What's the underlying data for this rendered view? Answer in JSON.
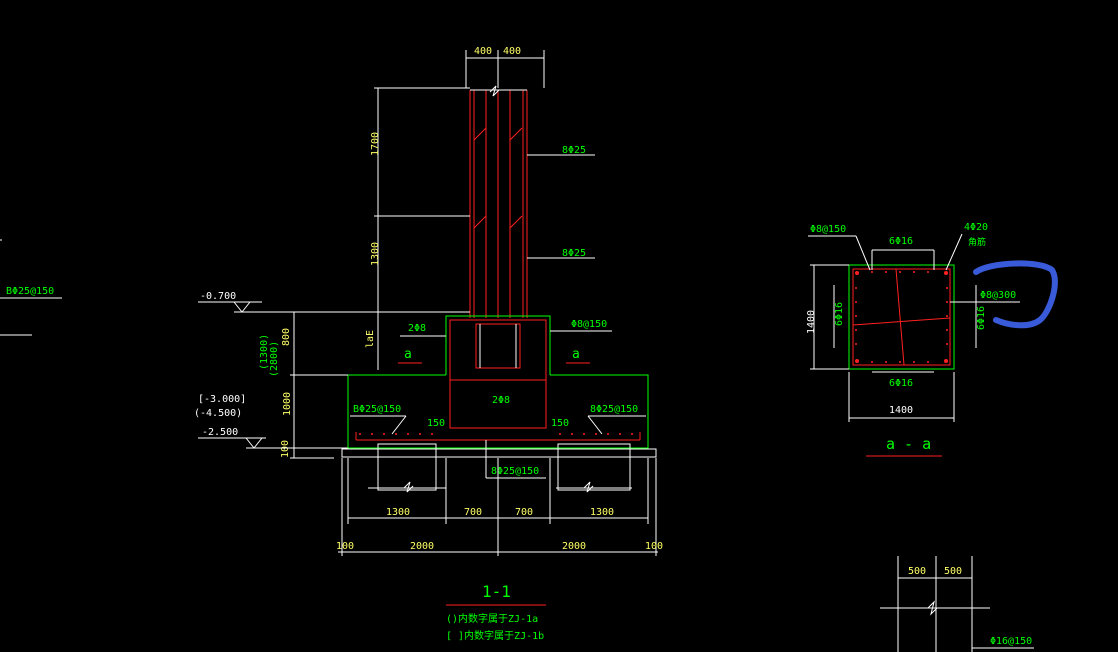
{
  "colors": {
    "background": "#000000",
    "concrete_outline": "#00ff00",
    "rebar": "#ff2020",
    "dimension": "#ffffff",
    "annotation_text": "#00ff00",
    "dimension_text": "#ffff66",
    "markup": "#3a5bd9"
  },
  "section_1": {
    "title": "1-1",
    "note_a": "()内数字属于ZJ-1a",
    "note_b": "[ ]内数字属于ZJ-1b",
    "dims_top": [
      "400",
      "400"
    ],
    "dims_vertical": [
      "1700",
      "1300",
      "laE",
      "800",
      "1000",
      "100"
    ],
    "dims_vertical_alt": [
      "(1300)",
      "(2800)"
    ],
    "dims_bottom_row1": [
      "1300",
      "700",
      "700",
      "1300"
    ],
    "dims_bottom_row2": [
      "100",
      "2000",
      "2000",
      "100"
    ],
    "elevations": [
      "-0.700",
      "[-3.000]",
      "(-4.500)",
      "-2.500"
    ],
    "rebar_labels": {
      "col_upper": "8Φ25",
      "col_lower": "8Φ25",
      "pedestal_stirrup": "Φ8@150",
      "pedestal_left": "2Φ8",
      "pedestal_center": "2Φ8",
      "base_left": "BΦ25@150",
      "base_right": "8Φ25@150",
      "base_bottom": "8Φ25@150",
      "hook_left": "150",
      "hook_right": "150",
      "section_mark": "a",
      "far_left": "BΦ25@150"
    }
  },
  "section_a": {
    "title": "a - a",
    "stirrup": "Φ8@150",
    "corner_bars": "4Φ20",
    "corner_note": "角筋",
    "top_bars": "6Φ16",
    "bottom_bars": "6Φ16",
    "left_bars": "6Φ16",
    "right_bars": "6Φ16",
    "ties": "Φ8@300",
    "width": "1400",
    "height": "1400"
  },
  "detail_bottom_right": {
    "dims": [
      "500",
      "500"
    ],
    "stirrup": "Φ16@150"
  }
}
